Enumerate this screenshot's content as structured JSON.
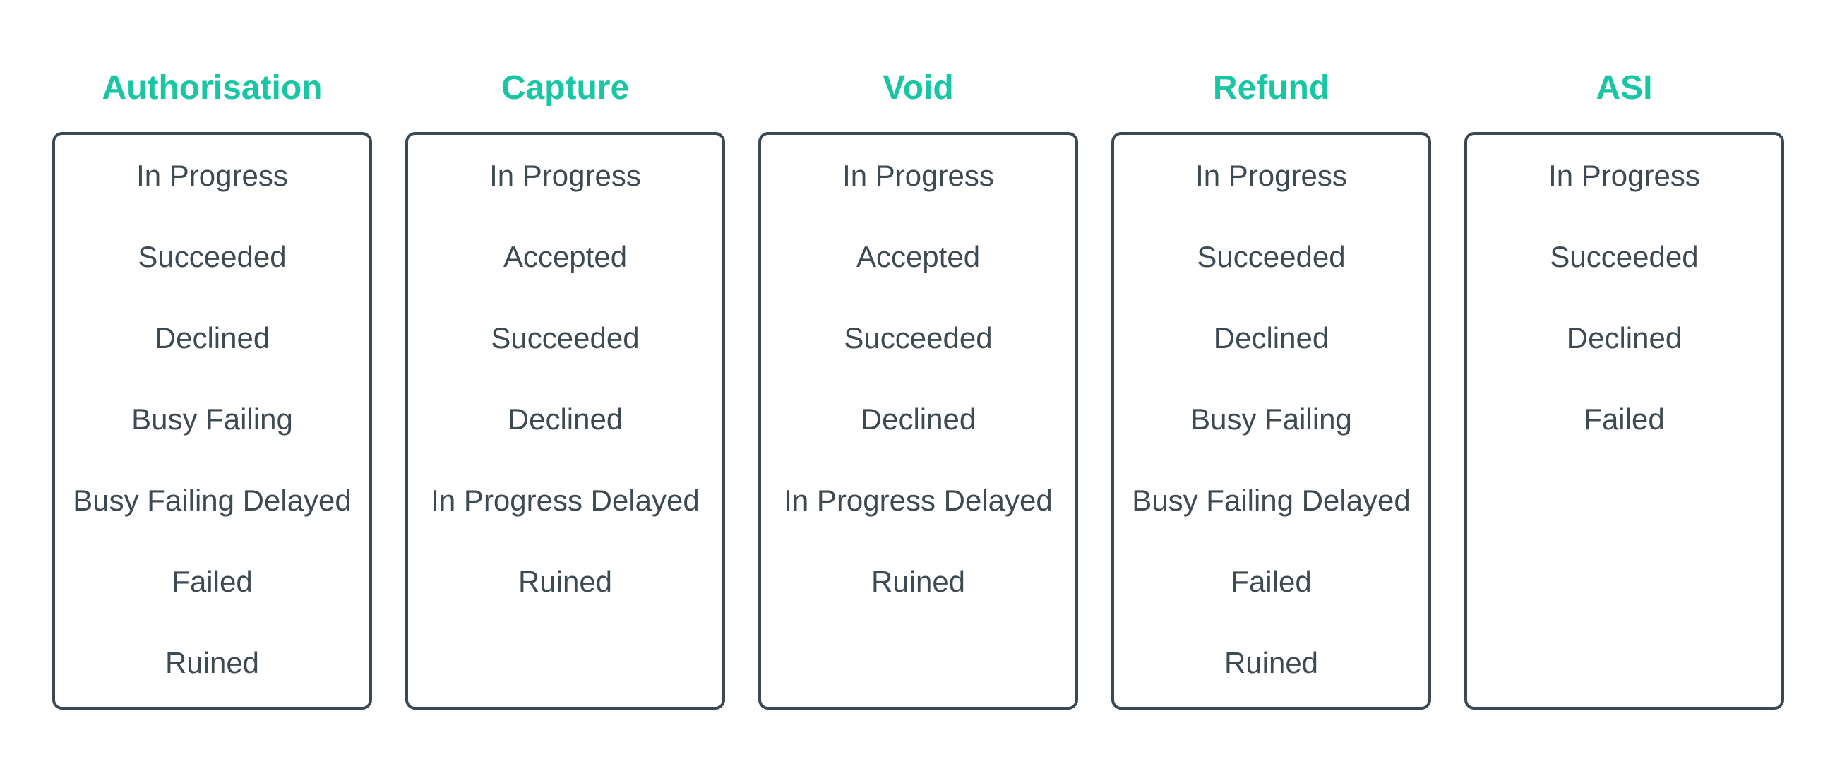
{
  "diagram": {
    "accent_color": "#18c6a4",
    "text_color": "#3e4a52",
    "border_color": "#3c4852",
    "background_color": "#ffffff",
    "columns": [
      {
        "title": "Authorisation",
        "items": [
          "In Progress",
          "Succeeded",
          "Declined",
          "Busy Failing",
          "Busy Failing Delayed",
          "Failed",
          "Ruined"
        ]
      },
      {
        "title": "Capture",
        "items": [
          "In Progress",
          "Accepted",
          "Succeeded",
          "Declined",
          "In Progress Delayed",
          "Ruined"
        ]
      },
      {
        "title": "Void",
        "items": [
          "In Progress",
          "Accepted",
          "Succeeded",
          "Declined",
          "In Progress Delayed",
          "Ruined"
        ]
      },
      {
        "title": "Refund",
        "items": [
          "In Progress",
          "Succeeded",
          "Declined",
          "Busy Failing",
          "Busy Failing Delayed",
          "Failed",
          "Ruined"
        ]
      },
      {
        "title": "ASI",
        "items": [
          "In Progress",
          "Succeeded",
          "Declined",
          "Failed"
        ]
      }
    ]
  }
}
